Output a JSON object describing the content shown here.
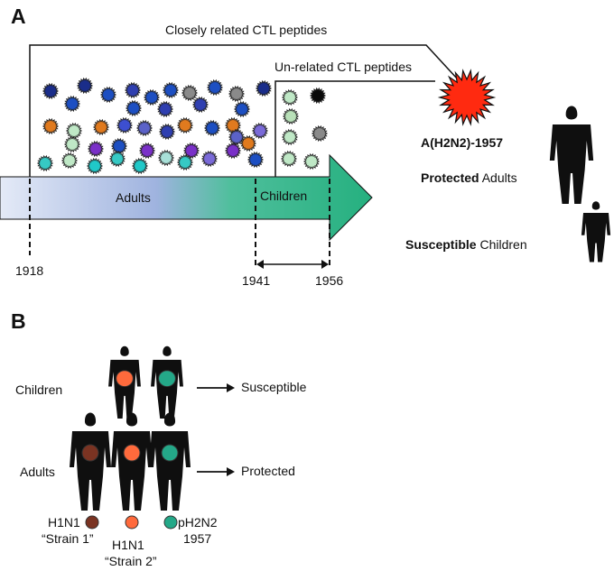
{
  "panel_a": {
    "label": "A",
    "closely_related_label": "Closely related CTL peptides",
    "unrelated_label": "Un-related CTL peptides",
    "virus_label": "A(H2N2)-1957",
    "protected_bold": "Protected",
    "protected_rest": " Adults",
    "susceptible_bold": "Susceptible",
    "susceptible_rest": " Children",
    "arrow_adults_label": "Adults",
    "arrow_children_label": "Children",
    "years": [
      "1918",
      "1941",
      "1956"
    ],
    "colors": {
      "virus": "#ff2a10",
      "arrow_start": "#dfe6f6",
      "arrow_mid": "#9eb4df",
      "arrow_end": "#2eb48a",
      "silhouette": "#0f0f0f"
    }
  },
  "panel_b": {
    "label": "B",
    "children_label": "Children",
    "adults_label": "Adults",
    "susceptible_label": "Susceptible",
    "protected_label": "Protected",
    "legend": [
      {
        "line1": "H1N1",
        "line2": "“Strain 1”",
        "color": "#7a3322"
      },
      {
        "line1": "H1N1",
        "line2": "“Strain 2”",
        "color": "#ff6a3c"
      },
      {
        "line1": "pH2N2",
        "line2": "1957",
        "color": "#24a888"
      }
    ]
  }
}
